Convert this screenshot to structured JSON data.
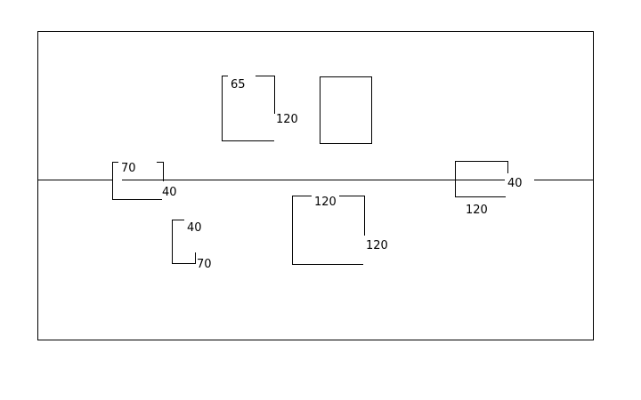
{
  "diagram": {
    "colors": {
      "stroke": "#000000",
      "background": "#ffffff"
    },
    "labels": {
      "top_left_width": "65",
      "top_left_height": "120",
      "left_mid_width": "70",
      "left_mid_height": "40",
      "small_left_height": "40",
      "small_left_width": "70",
      "center_width": "120",
      "center_height": "120",
      "right_height": "40",
      "right_width": "120"
    }
  }
}
